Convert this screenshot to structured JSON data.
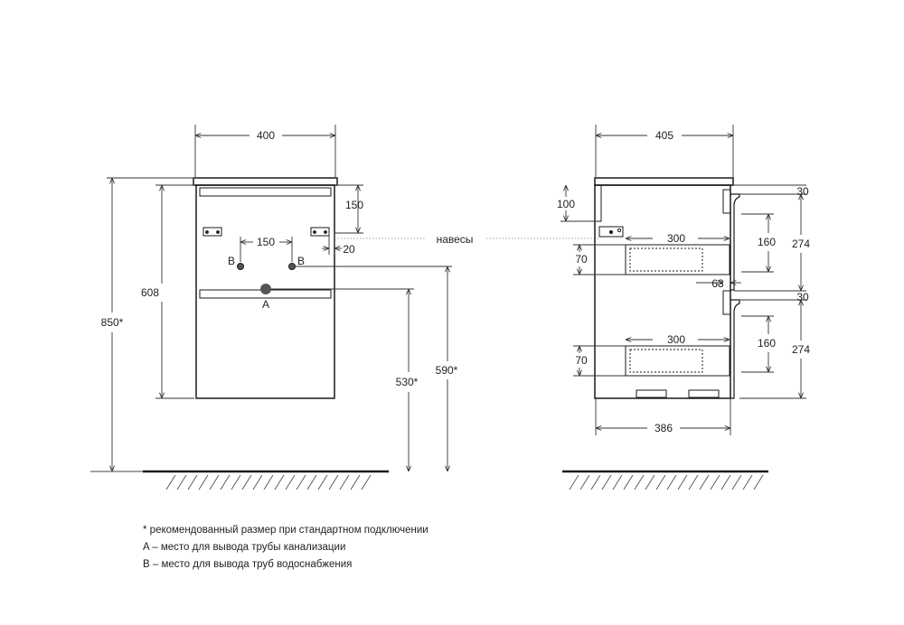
{
  "dimensions": {
    "front_width": "400",
    "front_150_top": "150",
    "front_150_pipes": "150",
    "front_20": "20",
    "front_608": "608",
    "front_850": "850*",
    "front_530": "530*",
    "front_590": "590*",
    "side_width": "405",
    "side_100": "100",
    "side_300_top": "300",
    "side_300_bottom": "300",
    "side_70_top": "70",
    "side_70_bottom": "70",
    "side_63": "63",
    "side_30_top": "30",
    "side_30_mid": "30",
    "side_274_top": "274",
    "side_274_bottom": "274",
    "side_160_top": "160",
    "side_160_bottom": "160",
    "side_386": "386"
  },
  "labels": {
    "B_left": "B",
    "B_right": "B",
    "A": "A",
    "hinges": "навесы"
  },
  "notes": [
    "* рекомендованный размер при стандартном подключении",
    "A – место для вывода трубы канализации",
    "B – место для вывода труб водоснабжения"
  ],
  "colors": {
    "line": "#1a1a1a",
    "thin": "#333333",
    "dotted": "#888888"
  }
}
